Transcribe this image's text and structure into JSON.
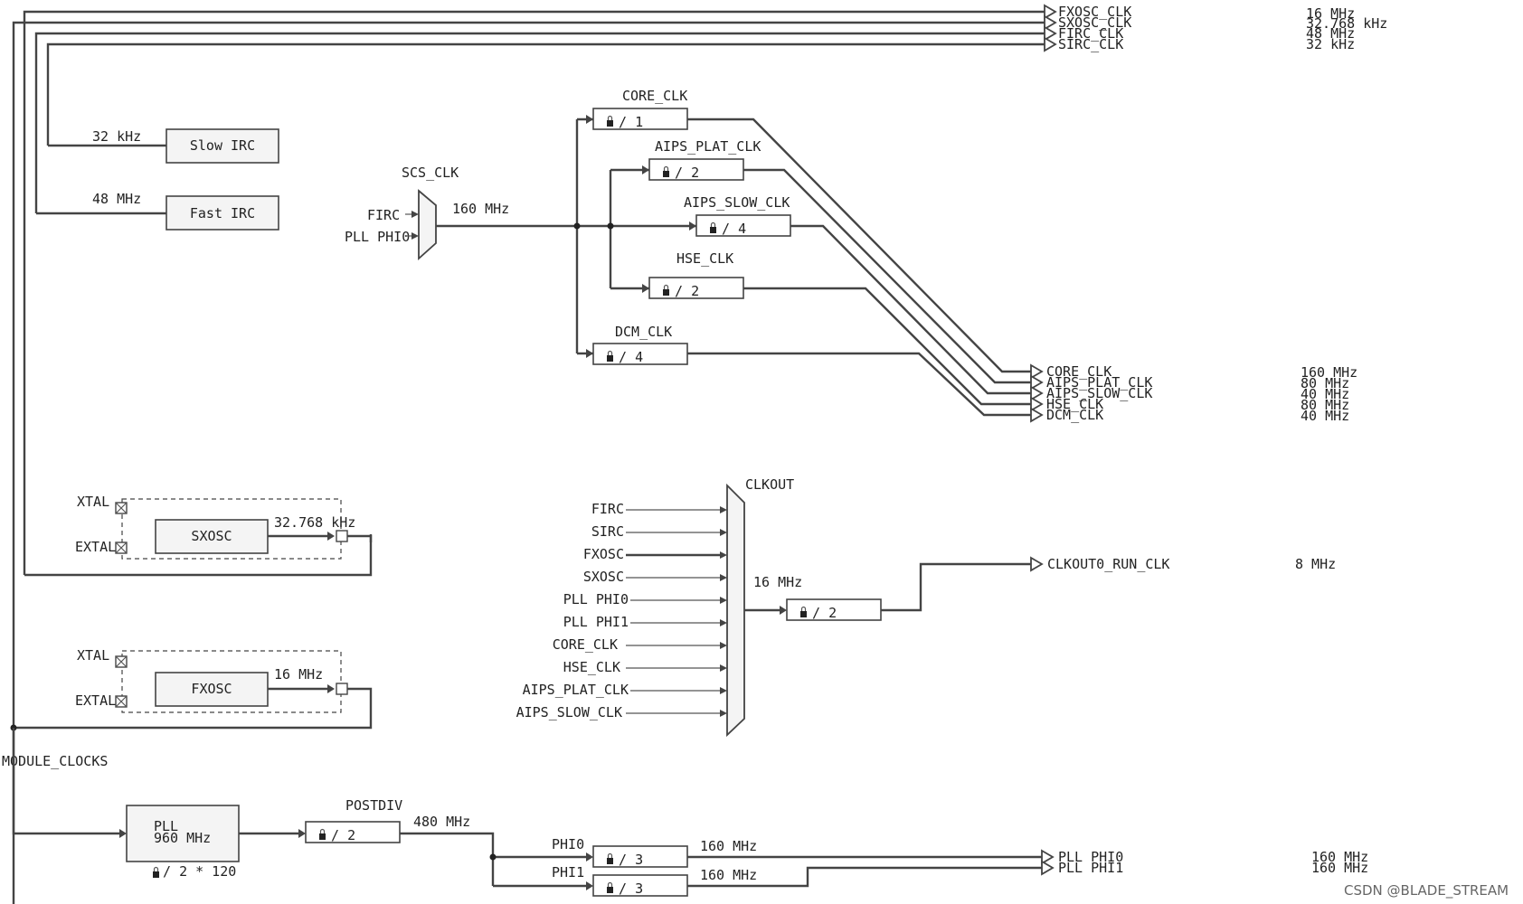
{
  "top_outputs": [
    {
      "label": "FXOSC_CLK",
      "freq": "16 MHz"
    },
    {
      "label": "SXOSC_CLK",
      "freq": "32.768 kHz"
    },
    {
      "label": "FIRC_CLK",
      "freq": "48 MHz"
    },
    {
      "label": "SIRC_CLK",
      "freq": "32 kHz"
    }
  ],
  "slow_irc": {
    "label": "Slow IRC",
    "freq": "32 kHz"
  },
  "fast_irc": {
    "label": "Fast IRC",
    "freq": "48 MHz"
  },
  "scs": {
    "label": "SCS_CLK",
    "input_firc": "FIRC",
    "input_pll": "PLL PHI0",
    "freq": "160 MHz"
  },
  "dividers": {
    "core": {
      "label": "CORE_CLK",
      "div": "1"
    },
    "aips_plat": {
      "label": "AIPS_PLAT_CLK",
      "div": "2"
    },
    "aips_slow": {
      "label": "AIPS_SLOW_CLK",
      "div": "4"
    },
    "hse": {
      "label": "HSE_CLK",
      "div": "2"
    },
    "dcm": {
      "label": "DCM_CLK",
      "div": "4"
    }
  },
  "right_outputs": [
    {
      "label": "CORE_CLK",
      "freq": "160 MHz"
    },
    {
      "label": "AIPS_PLAT_CLK",
      "freq": "80 MHz"
    },
    {
      "label": "AIPS_SLOW_CLK",
      "freq": "40 MHz"
    },
    {
      "label": "HSE_CLK",
      "freq": "80 MHz"
    },
    {
      "label": "DCM_CLK",
      "freq": "40 MHz"
    }
  ],
  "sxosc": {
    "label": "SXOSC",
    "xtal": "XTAL",
    "extal": "EXTAL",
    "freq": "32.768 kHz"
  },
  "fxosc": {
    "label": "FXOSC",
    "xtal": "XTAL",
    "extal": "EXTAL",
    "freq": "16 MHz"
  },
  "clkout": {
    "label": "CLKOUT",
    "inputs": [
      "FIRC",
      "SIRC",
      "FXOSC",
      "SXOSC",
      "PLL PHI0",
      "PLL PHI1",
      "CORE_CLK",
      "HSE_CLK",
      "AIPS_PLAT_CLK",
      "AIPS_SLOW_CLK"
    ],
    "freq": "16 MHz",
    "div": "2",
    "output": "CLKOUT0_RUN_CLK",
    "output_freq": "8 MHz"
  },
  "module_clocks": "MODULE_CLOCKS",
  "pll": {
    "label": "PLL",
    "freq": "960 MHz",
    "mult": "2 * 120"
  },
  "postdiv": {
    "label": "POSTDIV",
    "div": "2",
    "freq": "480 MHz"
  },
  "phi0": {
    "label": "PHI0",
    "div": "3",
    "freq": "160 MHz"
  },
  "phi1": {
    "label": "PHI1",
    "div": "3",
    "freq": "160 MHz"
  },
  "pll_outputs": [
    {
      "label": "PLL PHI0",
      "freq": "160 MHz"
    },
    {
      "label": "PLL PHI1",
      "freq": "160 MHz"
    }
  ],
  "watermark": "CSDN @BLADE_STREAM"
}
